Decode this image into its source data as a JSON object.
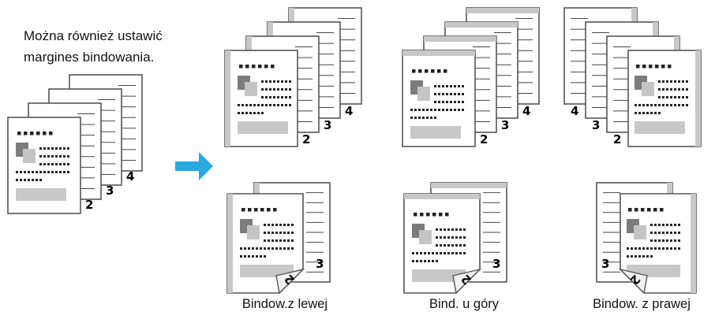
{
  "note": "Można również ustawić\nmargines bindowania.",
  "colors": {
    "arrow": "#2aa8e0",
    "binding_bar": "#c8c8c8",
    "image_dark": "#7c7c7c",
    "image_light": "#c4c4c4",
    "page_border": "#555555"
  },
  "source_stack": {
    "page_numbers": [
      "2",
      "3",
      "4"
    ]
  },
  "stacks": [
    {
      "binding": "left",
      "page_numbers": [
        "2",
        "3",
        "4"
      ]
    },
    {
      "binding": "top",
      "page_numbers": [
        "2",
        "3",
        "4"
      ]
    },
    {
      "binding": "right",
      "page_numbers": [
        "2",
        "3",
        "4"
      ]
    }
  ],
  "folded": [
    {
      "binding": "left",
      "front_number": "3",
      "back_number": "2",
      "caption": "Bindow.z lewej"
    },
    {
      "binding": "top",
      "front_number": "3",
      "back_number": "2",
      "caption": "Bind. u góry"
    },
    {
      "binding": "right",
      "front_number": "3",
      "back_number": "2",
      "caption": "Bindow. z prawej"
    }
  ]
}
